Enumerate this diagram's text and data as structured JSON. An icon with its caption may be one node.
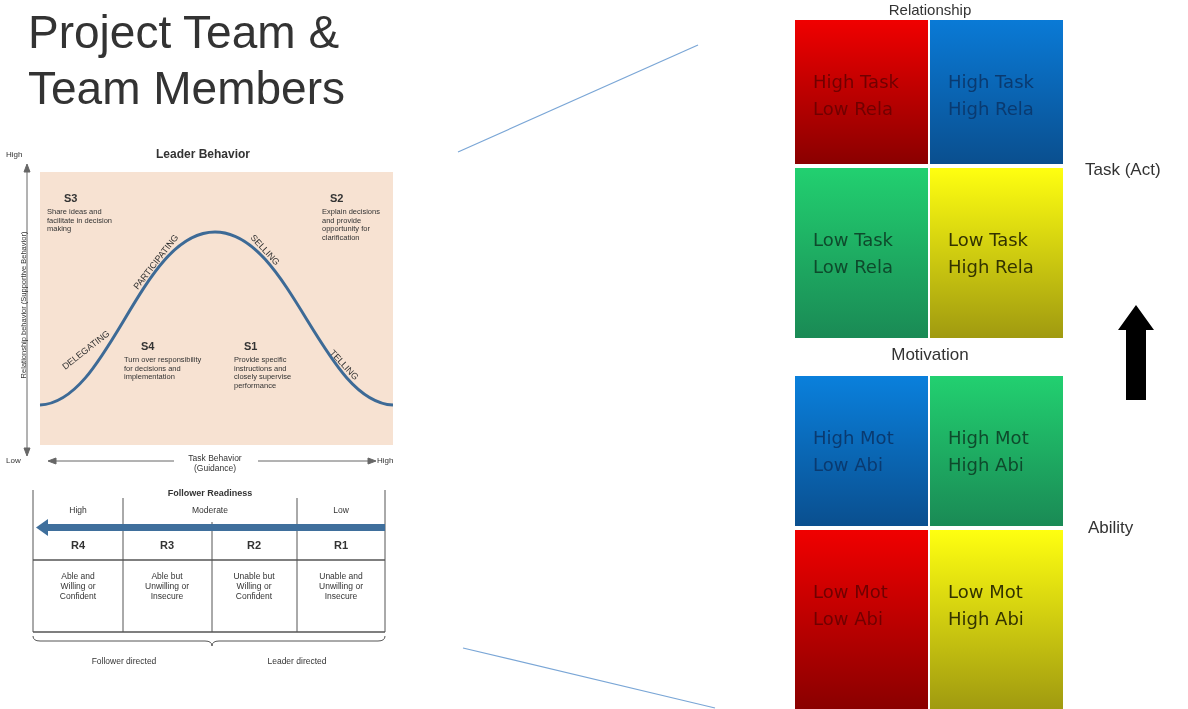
{
  "diagram": {
    "title": "Project Team & Team Members",
    "nodes": [
      {
        "text": [
          "High Task Low Rela"
        ]
      },
      {
        "text": [
          "High Task High Rela"
        ]
      },
      {
        "text": [
          "Low Task Low Rela"
        ]
      },
      {
        "text": [
          "Low Task High Rela"
        ]
      },
      {
        "text": [
          "High Mot Low Abi"
        ]
      },
      {
        "text": [
          "High Mot High Abi"
        ]
      },
      {
        "text": [
          "Low Mot Low Abi"
        ]
      },
      {
        "text": [
          "Low Mot High Abi"
        ]
      }
    ],
    "labels": [
      "Relationship",
      "Task (Act)",
      "Motivation",
      "Ability",
      "High",
      "Leader Behavior",
      "S3",
      "Share ideas and facilitate in decision making",
      "S2",
      "Explain decisions and provide opportunity for clarification",
      "PARTICIPATING",
      "SELLING",
      "DELEGATING",
      "S4",
      "Turn over responsibility for decisions and implementation",
      "S1",
      "Provide specific instructions and closely supervise performance",
      "TELLING",
      "Relationship behavior (Supportive Behavior)",
      "Low",
      "Task Behavior (Guidance)",
      "High",
      "Follower Readiness",
      "High",
      "Moderate",
      "Low",
      "R4",
      "R3",
      "R2",
      "R1",
      "Able and Willing or Confident",
      "Able but Unwilling or Insecure",
      "Unable but Willing or Confident",
      "Unable and Unwilling or Insecure",
      "Follower directed",
      "Leader directed"
    ]
  }
}
